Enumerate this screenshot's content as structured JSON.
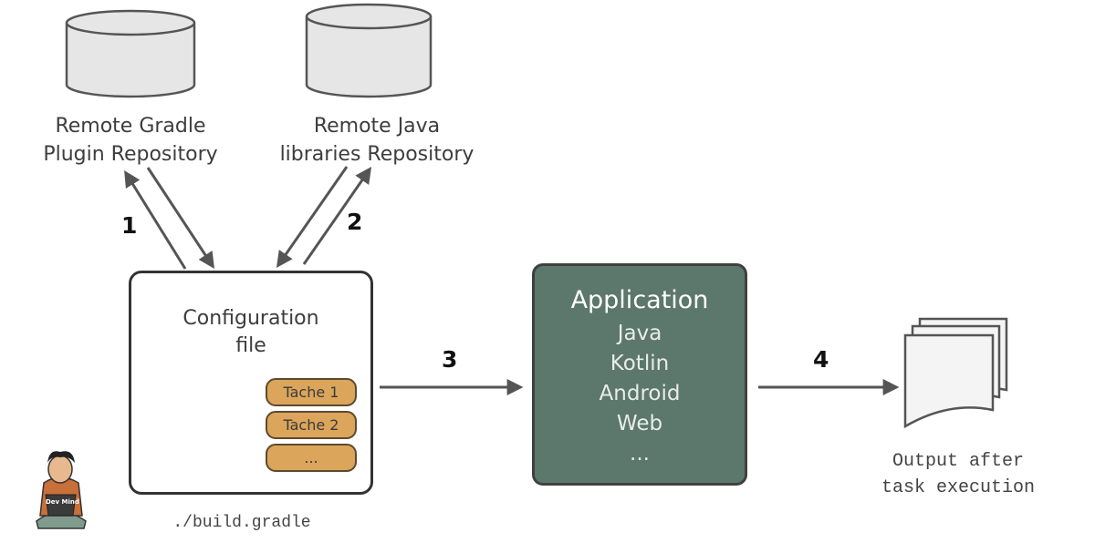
{
  "repositories": {
    "gradle": {
      "line1": "Remote Gradle",
      "line2": "Plugin Repository"
    },
    "java": {
      "line1": "Remote Java",
      "line2": "libraries Repository"
    }
  },
  "steps": {
    "s1": "1",
    "s2": "2",
    "s3": "3",
    "s4": "4"
  },
  "config": {
    "title_line1": "Configuration",
    "title_line2": "file",
    "tasks": [
      "Tache 1",
      "Tache 2",
      "..."
    ],
    "filename": "./build.gradle"
  },
  "application": {
    "title": "Application",
    "languages": [
      "Java",
      "Kotlin",
      "Android",
      "Web",
      "..."
    ]
  },
  "output": {
    "line1": "Output after",
    "line2": "task execution"
  },
  "mascot": {
    "badge": "Dev Mind"
  },
  "colors": {
    "app_fill": "#5c776c",
    "task_fill": "#dba55b",
    "cylinder_fill": "#e6e6e6",
    "arrow": "#555555"
  }
}
